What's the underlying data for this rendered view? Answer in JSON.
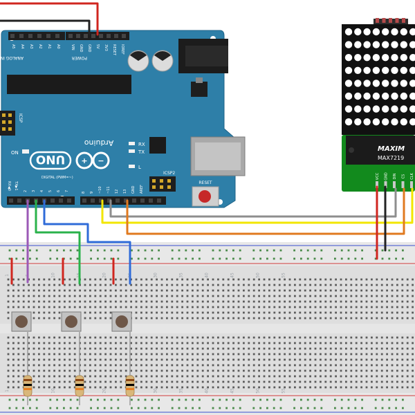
{
  "arduino": {
    "brand": "Arduino",
    "model": "UNO",
    "labels": {
      "icsp": "ICSP",
      "icsp2": "ICSP2",
      "on": "ON",
      "rx": "RX",
      "tx": "TX",
      "l": "L",
      "reset": "RESET",
      "aref": "AREF",
      "analog_in": "ANALOG IN",
      "power": "POWER",
      "digital": "DIGITAL (PWM=~)",
      "tx_pin": "TX▶1",
      "rx_pin": "RX◀0"
    },
    "analog_pins": [
      "A5",
      "A4",
      "A3",
      "A2",
      "A1",
      "A0"
    ],
    "power_pins": [
      "VIN",
      "GND",
      "GND",
      "5V",
      "3V3",
      "RESET",
      "IOREF"
    ],
    "digital_low": [
      "2",
      "3",
      "4",
      "5",
      "6",
      "7"
    ],
    "digital_high": [
      "8",
      "9",
      "~10",
      "~11",
      "12",
      "13",
      "GND",
      "AREF"
    ]
  },
  "matrix_module": {
    "chip_brand": "MAXIM",
    "chip_model": "MAX7219",
    "pins": [
      "VCC",
      "GND",
      "DIN",
      "CS",
      "CLK"
    ],
    "led_color": "#ffffff"
  },
  "breadboard": {
    "column_numbers": [
      "1",
      "5",
      "10",
      "15",
      "20",
      "25",
      "30",
      "35",
      "40",
      "45",
      "50",
      "55"
    ]
  },
  "wire_colors": {
    "red": "#d0261f",
    "black": "#222222",
    "purple": "#9b59b6",
    "green": "#2ab24b",
    "blue": "#2f6bd8",
    "yellow": "#f2e600",
    "gray": "#8e8e8e",
    "orange": "#e07a1f"
  },
  "board_color": "#2e7fa8"
}
